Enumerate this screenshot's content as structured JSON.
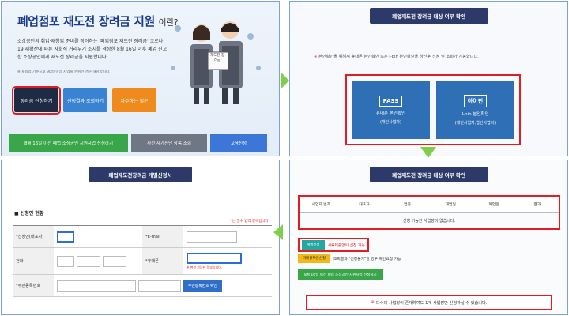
{
  "panel1": {
    "title": "폐업점포 재도전 장려금 지원",
    "title_suffix": "이란?",
    "desc": "소상공인의 취업·재창업 준비를 장려하는 '폐업점포 재도전 장려금' 코로나19 재확산에 따른 사회적 거리두기 조치를 격상한 8월 16일 이후 폐업 신고한 소상공인에게 재도전 장려금을 지원합니다.",
    "note": "※ 재창업 기준으로 90일 이상 사업을 영위한 경우 해당합니다.",
    "sign": "재도전 장려금",
    "buttons": [
      "장려금 신청하기",
      "신청결과 조회하기",
      "자주하는 질문"
    ],
    "bottom_buttons": [
      "8월 16일 이전 폐업 소상공인 지원사업 신청하기",
      "사전 자가진단 항목 조회",
      "교육신청"
    ]
  },
  "panel2": {
    "title": "폐업재도전 장려금 대상 여부 확인",
    "notice_star": "※",
    "notice": "본인확인을 위해서 휴대폰 본인확인 또는 i-pin 본인확인을 하신후 신청 및 조회가 가능합니다.",
    "cards": [
      {
        "logo": "PASS",
        "line1": "휴대폰 본인확인",
        "line2": "(개인사업자)"
      },
      {
        "logo": "아이핀",
        "line1": "I-pin 본인확인",
        "line2": "(개인사업자,법인사업자)"
      }
    ]
  },
  "panel3": {
    "title": "폐업재도전장려금 개별신청서",
    "subtitle": "■ 신청인 현황",
    "required": "* 는 필수 입력 항목입니다.",
    "labels": {
      "applicant": "*신청인(대표자)",
      "email": "*E-mail",
      "phone": "전화",
      "mobile": "*휴대폰",
      "resident": "*주민등록번호"
    },
    "mobile_hint": "※ 변경 가능한 정보입니다.",
    "verify_button": "주민등록번호 확인"
  },
  "panel4": {
    "title": "폐업재도전 장려금 대상 여부 확인",
    "headers": [
      "사업자 번호",
      "대표자",
      "업종",
      "개업일",
      "폐업일",
      "결과"
    ],
    "empty_text": "신청 가능한 사업장이 없습니다.",
    "legend": [
      {
        "tag": "개별신청",
        "text": "서류제출없이 신청 가능"
      },
      {
        "tag": "미대상확인신청",
        "text": "조회결과 \"신청불가\"일 경우 확인요청 가능"
      }
    ],
    "green_button": "8월 16일 이전 폐업 소상공인 지원사업 신청하기",
    "bottom_star": "※",
    "bottom_note": "다수의 사업장이 존재하여도 1개 사업장만 신청하실 수 있습니다."
  },
  "colors": {
    "accent_red": "#e21c21",
    "navy": "#2d3968",
    "flow_arrow": "#7fcf4c",
    "verify_blue": "#2f6fb5"
  }
}
